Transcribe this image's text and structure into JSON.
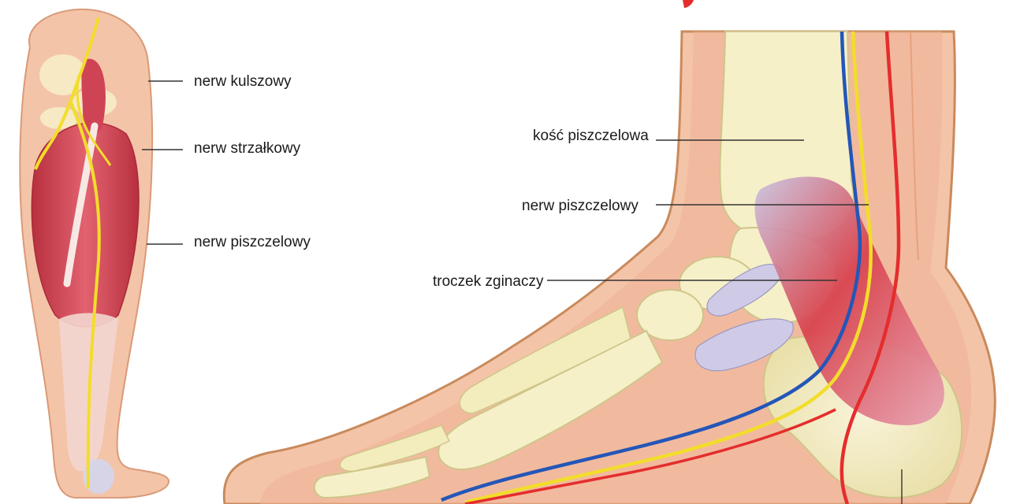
{
  "labels": {
    "sciatic_nerve": "nerw kulszowy",
    "peroneal_nerve": "nerw strzałkowy",
    "tibial_nerve_leg": "nerw piszczelowy",
    "tibia_bone": "kość piszczelowa",
    "tibial_nerve_foot": "nerw piszczelowy",
    "flexor_retinaculum": "troczek zginaczy"
  },
  "colors": {
    "skin": "#f4c4a8",
    "skin_dark": "#e8a07e",
    "skin_outline": "#c98a5c",
    "muscle": "#d9505f",
    "muscle_light": "#ea8a92",
    "bone": "#f6f0c8",
    "bone_outline": "#cfc58a",
    "nerve": "#f2dd2b",
    "artery": "#e52d2d",
    "vein": "#2456b8",
    "retinaculum": "#bdb7d8"
  }
}
